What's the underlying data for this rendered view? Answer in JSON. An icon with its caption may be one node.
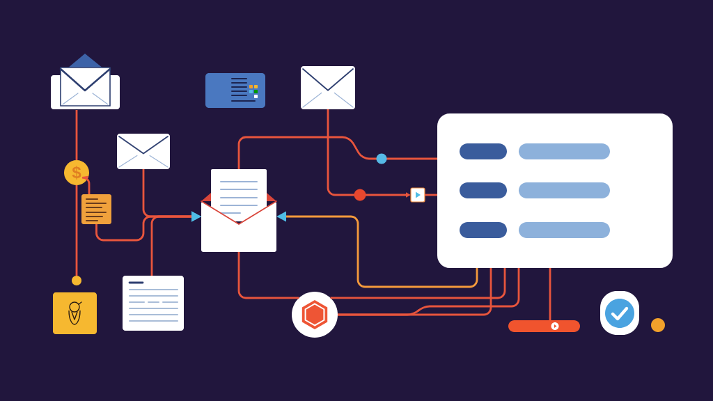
{
  "diagram": {
    "nodes": [
      {
        "text": [],
        "shape": "envelope"
      },
      {
        "text": [],
        "shape": "envelope"
      },
      {
        "text": [],
        "shape": "box"
      },
      {
        "text": [],
        "shape": "envelope"
      },
      {
        "text": [
          "$"
        ]
      },
      {
        "text": [],
        "shape": "envelope"
      },
      {
        "text": [],
        "shape": "box"
      },
      {
        "text": [],
        "shape": "document"
      },
      {
        "text": [],
        "shape": "document"
      },
      {
        "text": [],
        "shape": "circle"
      },
      {
        "text": [],
        "shape": "box"
      },
      {
        "text": [],
        "shape": "circle"
      },
      {
        "text": [],
        "shape": "bar"
      }
    ],
    "edges": [
      {
        "from": 0,
        "to": 4,
        "arrow": "none"
      },
      {
        "from": 4,
        "to": 7,
        "arrow": "none"
      },
      {
        "from": 4,
        "to": 9,
        "arrow": "none"
      },
      {
        "from": 7,
        "to": 5,
        "arrow": "to"
      },
      {
        "from": 3,
        "to": 5,
        "arrow": "to"
      },
      {
        "from": 8,
        "to": 5,
        "arrow": "to"
      },
      {
        "from": 5,
        "to": 2,
        "arrow": "none"
      },
      {
        "from": 1,
        "to": 6,
        "arrow": "to"
      },
      {
        "from": 6,
        "to": 2,
        "arrow": "none"
      },
      {
        "from": 2,
        "to": 5,
        "arrow": "to",
        "color": "#f59a3c"
      },
      {
        "from": 5,
        "to": 11,
        "arrow": "none"
      },
      {
        "from": 11,
        "to": 2,
        "arrow": "none"
      },
      {
        "from": 11,
        "to": 2,
        "arrow": "none"
      },
      {
        "from": 11,
        "to": 2,
        "arrow": "none"
      },
      {
        "from": 2,
        "to": 12,
        "arrow": "none"
      }
    ]
  }
}
